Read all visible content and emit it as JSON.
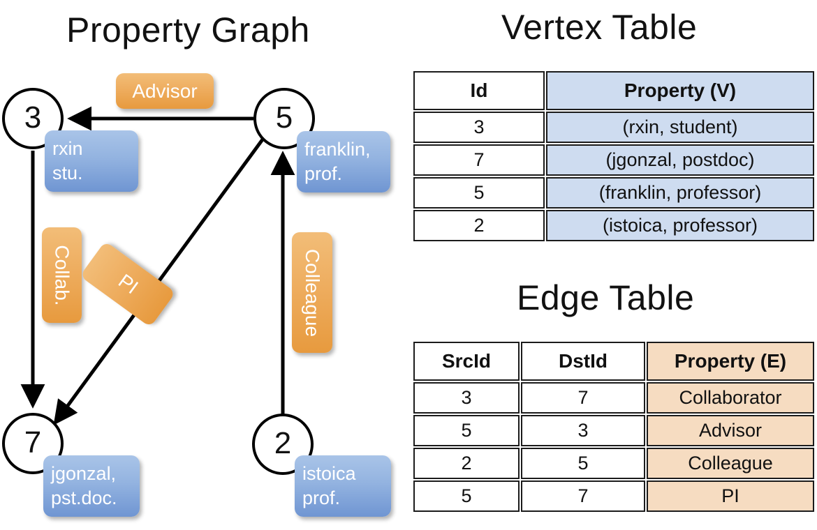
{
  "titles": {
    "property_graph": "Property Graph",
    "vertex_table": "Vertex Table",
    "edge_table": "Edge Table"
  },
  "colors": {
    "vertex_box_fill": "#93b3e0",
    "edge_label_fill": "#eead5f",
    "vertex_table_highlight": "#cedcf0",
    "edge_table_highlight": "#f6dcc1",
    "stroke": "#000000"
  },
  "graph": {
    "nodes": [
      {
        "id": "3",
        "property": "rxin\nstu.",
        "line1": "rxin",
        "line2": "stu."
      },
      {
        "id": "5",
        "property": "franklin,\nprof.",
        "line1": "franklin,",
        "line2": "prof."
      },
      {
        "id": "7",
        "property": "jgonzal,\npst.doc.",
        "line1": "jgonzal,",
        "line2": "pst.doc."
      },
      {
        "id": "2",
        "property": "istoica\nprof.",
        "line1": "istoica",
        "line2": "prof."
      }
    ],
    "edge_labels": [
      {
        "text": "Advisor",
        "orientation": "horizontal"
      },
      {
        "text": "Collab.",
        "orientation": "vertical"
      },
      {
        "text": "PI",
        "orientation": "tilted"
      },
      {
        "text": "Colleague",
        "orientation": "vertical"
      }
    ]
  },
  "vertex_table": {
    "headers": [
      "Id",
      "Property (V)"
    ],
    "rows": [
      {
        "id": "3",
        "property": "(rxin, student)"
      },
      {
        "id": "7",
        "property": "(jgonzal, postdoc)"
      },
      {
        "id": "5",
        "property": "(franklin, professor)"
      },
      {
        "id": "2",
        "property": "(istoica, professor)"
      }
    ]
  },
  "edge_table": {
    "headers": [
      "SrcId",
      "DstId",
      "Property (E)"
    ],
    "rows": [
      {
        "src": "3",
        "dst": "7",
        "property": "Collaborator"
      },
      {
        "src": "5",
        "dst": "3",
        "property": "Advisor"
      },
      {
        "src": "2",
        "dst": "5",
        "property": "Colleague"
      },
      {
        "src": "5",
        "dst": "7",
        "property": "PI"
      }
    ]
  }
}
